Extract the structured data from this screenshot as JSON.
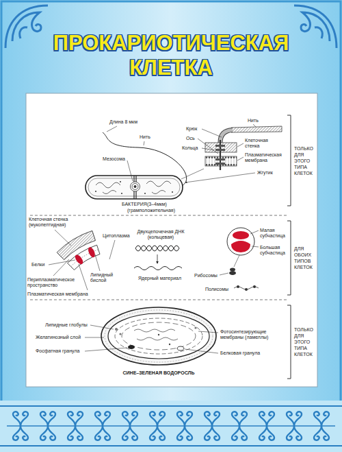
{
  "diagram": {
    "title": "ПРОКАРИОТИЧЕСКАЯ КЛЕТКА",
    "labels": [
      "Длина 8 мкм",
      "Нить",
      "Мезосома",
      "Крюк",
      "Ось",
      "Кольца",
      "Нить",
      "Клеточная стенка",
      "Плазматическая мембрана",
      "Жгутик",
      "ТОЛЬКО ДЛЯ ЭТОГО ТИПА КЛЕТОК",
      "БАКТЕРИЯ(3–4мкм)",
      "(грамположительная)",
      "Клеточная стенка (мукопептидная)",
      "Цитоплазма",
      "Двухцепочечная ДНК (кольцевая)",
      "Белки",
      "Липидный бислой",
      "Периплазматическое пространство",
      "Плазматическая мембрана",
      "Ядерный материал",
      "Рибосомы",
      "Полисомы",
      "Малая субчастица",
      "Большая субчастица",
      "ДЛЯ ОБОИХ ТИПОВ КЛЕТОК",
      "Липидные глобулы",
      "Желатинозный слой",
      "Фосфатная гранула",
      "Фотосинтезирующие мембраны (ламеллы)",
      "Белковая гранула",
      "СИНЕ–ЗЕЛЕНАЯ ВОДОРОСЛЬ",
      "ТОЛЬКО ДЛЯ ЭТОГО ТИПА КЛЕТОК"
    ]
  }
}
